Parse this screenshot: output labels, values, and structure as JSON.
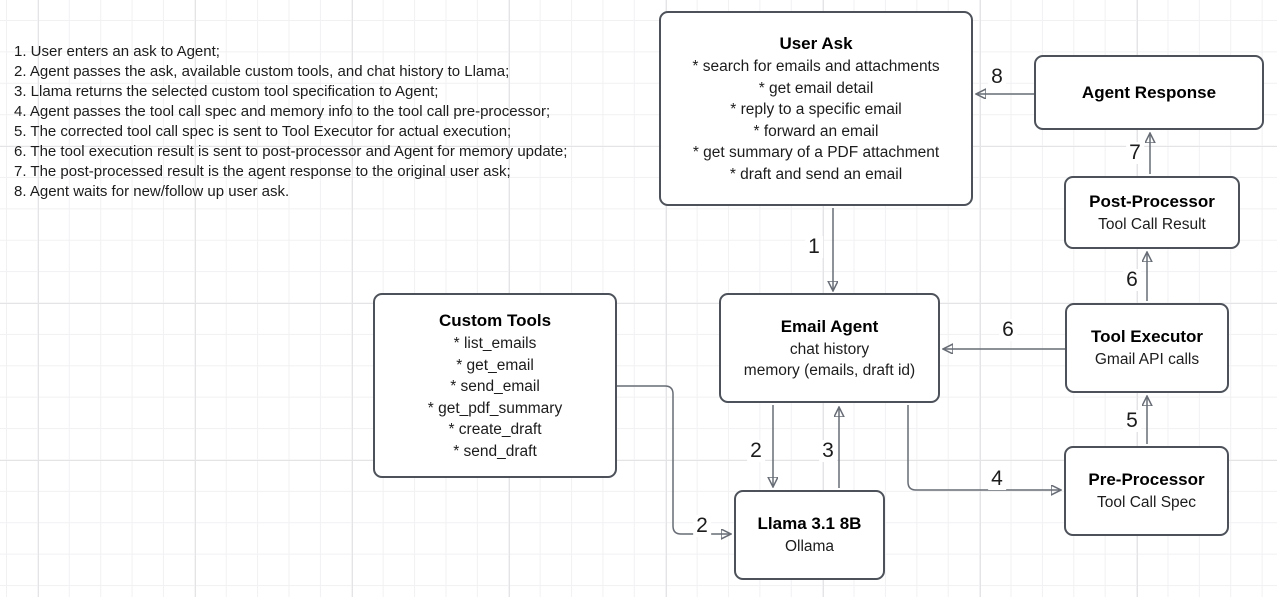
{
  "diagram": {
    "steps": [
      "1. User enters an ask to Agent;",
      "2. Agent passes the ask, available custom tools, and chat history to Llama;",
      "3. Llama returns the selected custom tool specification to Agent;",
      "4. Agent passes the tool call spec and memory info to the tool call pre-processor;",
      "5. The corrected tool call spec is sent to Tool Executor for actual execution;",
      "6. The tool execution result is sent to post-processor and Agent for memory update;",
      "7. The post-processed result is the agent response to the original user ask;",
      "8. Agent waits for new/follow up user ask."
    ],
    "nodes": {
      "user_ask": {
        "title": "User Ask",
        "items": [
          "* search for emails and attachments",
          "* get email detail",
          "* reply to a specific email",
          "* forward an email",
          "* get summary of a PDF attachment",
          "* draft and send an email"
        ]
      },
      "agent_response": {
        "title": "Agent Response"
      },
      "post_processor": {
        "title": "Post-Processor",
        "subtitle": "Tool Call Result"
      },
      "tool_executor": {
        "title": "Tool Executor",
        "subtitle": "Gmail API calls"
      },
      "pre_processor": {
        "title": "Pre-Processor",
        "subtitle": "Tool Call Spec"
      },
      "email_agent": {
        "title": "Email Agent",
        "lines": [
          "chat history",
          "memory (emails, draft id)"
        ]
      },
      "custom_tools": {
        "title": "Custom Tools",
        "items": [
          "* list_emails",
          "* get_email",
          "* send_email",
          "* get_pdf_summary",
          "* create_draft",
          "* send_draft"
        ]
      },
      "llama": {
        "title": "Llama 3.1 8B",
        "subtitle": "Ollama"
      }
    },
    "edge_labels": {
      "user_to_agent": "1",
      "agent_to_llama": "2",
      "tools_to_llama": "2",
      "llama_to_agent": "3",
      "agent_to_preprocessor": "4",
      "preprocessor_to_executor": "5",
      "executor_to_agent": "6",
      "executor_to_postprocessor": "6",
      "postprocessor_to_response": "7",
      "response_to_user": "8"
    },
    "colors": {
      "node_border": "#4d525a",
      "connector": "#676c75",
      "arrowhead": "#4d525a",
      "text": "#1c1c1c",
      "grid_minor": "#f1f1f3",
      "grid_major": "#e4e4e7",
      "background": "#ffffff"
    }
  }
}
